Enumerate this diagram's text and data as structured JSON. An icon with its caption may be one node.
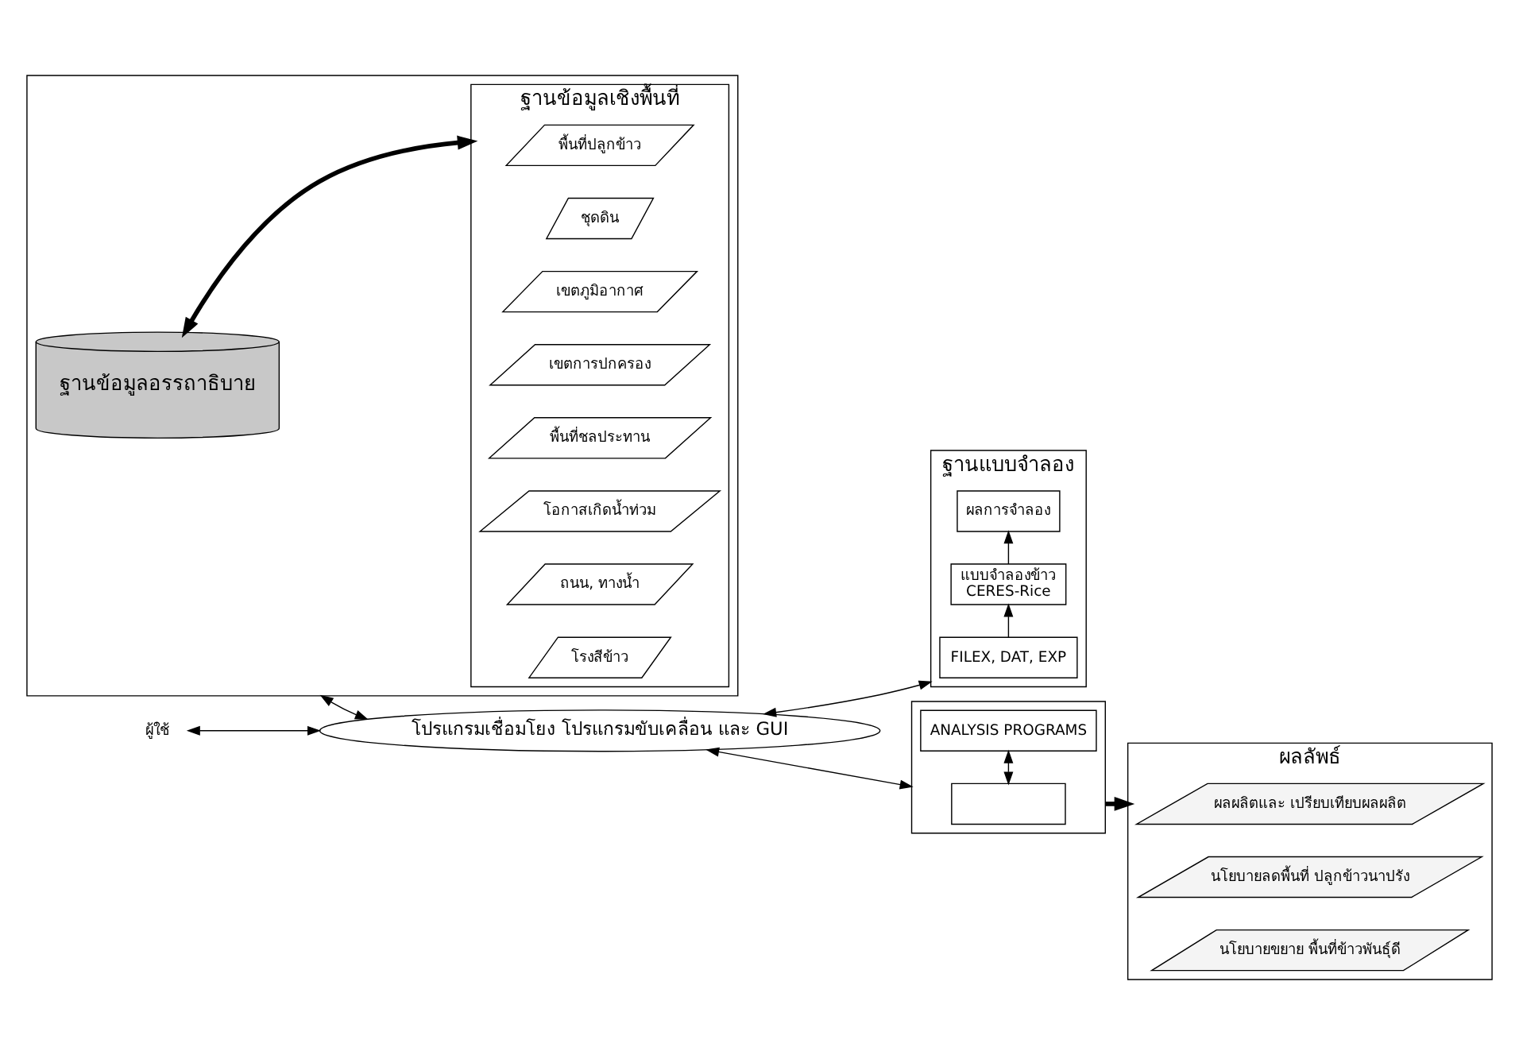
{
  "diagram": {
    "nodes": [
      {
        "text": [],
        "shape": "box"
      },
      {
        "text": [
          "ฐานข้อมูลอรรถาธิบาย"
        ],
        "in": 0
      },
      {
        "text": [
          "ฐานข้อมูลเชิงพื้นที่"
        ],
        "in": 0
      },
      {
        "text": [
          "พื้นที่ปลูกข้าว"
        ],
        "in": 2
      },
      {
        "text": [
          "ชุดดิน"
        ],
        "in": 2
      },
      {
        "text": [
          "เขตภูมิอากาศ"
        ],
        "in": 2
      },
      {
        "text": [
          "เขตการปกครอง"
        ],
        "in": 2
      },
      {
        "text": [
          "พื้นที่ชลประทาน"
        ],
        "in": 2
      },
      {
        "text": [
          "โอกาสเกิดน้ำท่วม"
        ],
        "in": 2
      },
      {
        "text": [
          "ถนน, ทางน้ำ"
        ],
        "in": 2
      },
      {
        "text": [
          "โรงสีข้าว"
        ],
        "in": 2
      },
      {
        "text": [
          "ผู้ใช้"
        ]
      },
      {
        "text": [
          "โปรแกรมเชื่อมโยง โปรแกรมขับเคลื่อน และ GUI"
        ]
      },
      {
        "text": [
          "ฐานแบบจำลอง"
        ]
      },
      {
        "text": [
          "FILEX, DAT, EXP"
        ],
        "in": 13
      },
      {
        "text": [
          "แบบจำลองข้าว",
          "CERES-Rice"
        ],
        "in": 13
      },
      {
        "text": [
          "ผลการจำลอง"
        ],
        "in": 13
      },
      {
        "text": [],
        "shape": "box"
      },
      {
        "text": [],
        "shape": "box",
        "in": 17
      },
      {
        "text": [
          "ANALYSIS PROGRAMS"
        ],
        "in": 17
      },
      {
        "text": [
          "ผลลัพธ์"
        ]
      },
      {
        "text": [
          "ผลผลิตและ เปรียบเทียบผลผลิต"
        ],
        "in": 20
      },
      {
        "text": [
          "นโยบายลดพื้นที่ ปลูกข้าวนาปรัง"
        ],
        "in": 20
      },
      {
        "text": [
          "นโยบายขยาย พื้นที่ข้าวพันธุ์ดี"
        ],
        "in": 20
      }
    ],
    "edges": [
      {
        "from": 1,
        "to": 2,
        "arrow": "both",
        "style": "thick"
      },
      {
        "from": 0,
        "to": 12,
        "arrow": "both"
      },
      {
        "from": 11,
        "to": 12,
        "arrow": "both"
      },
      {
        "from": 12,
        "to": 13,
        "arrow": "both"
      },
      {
        "from": 14,
        "to": 15,
        "arrow": "to"
      },
      {
        "from": 15,
        "to": 16,
        "arrow": "to"
      },
      {
        "from": 12,
        "to": 17,
        "arrow": "both"
      },
      {
        "from": 18,
        "to": 19,
        "arrow": "both"
      },
      {
        "from": 17,
        "to": 20,
        "arrow": "to",
        "style": "thick"
      }
    ]
  }
}
